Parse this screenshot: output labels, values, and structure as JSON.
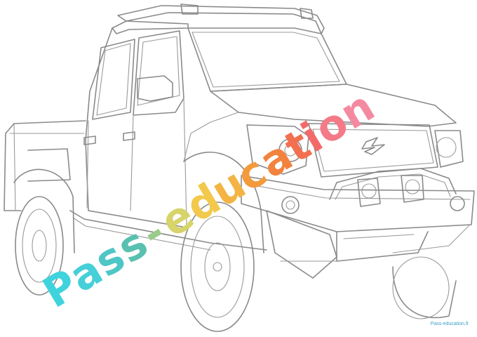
{
  "colors": {
    "line": "#8a8a8a",
    "watermark_cyan": "#3fd3dd",
    "watermark_teal": "#4fc6c6",
    "watermark_yellow": "#f2c94c",
    "watermark_orange": "#f39a3c",
    "watermark_red": "#f26a6a",
    "watermark_pink": "#f48aa0"
  },
  "watermark": {
    "text": "Pass-education"
  },
  "footer_mark": {
    "text": "Pass-education.fr"
  },
  "icons": {
    "vehicle": "pickup-truck-line-art",
    "brand": "suzuki-s-logo-icon"
  }
}
